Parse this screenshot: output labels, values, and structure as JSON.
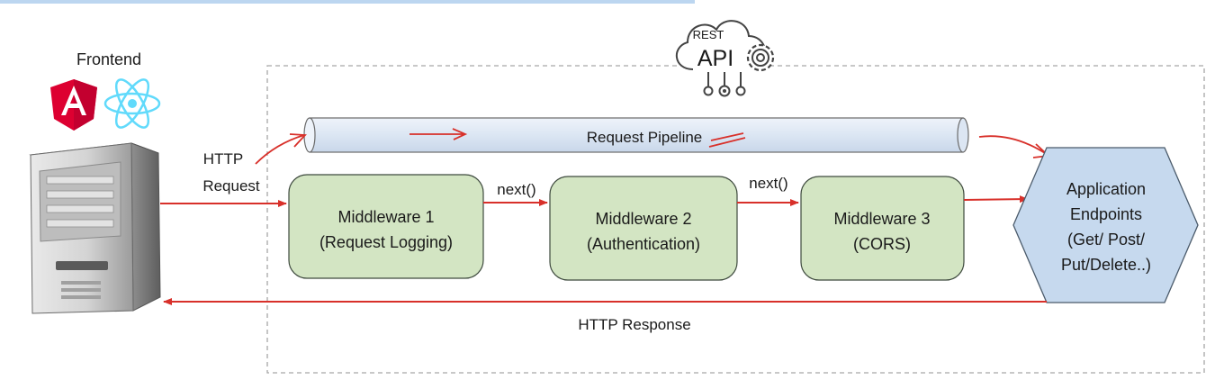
{
  "frontend": {
    "label": "Frontend",
    "icons": [
      "angular-logo",
      "react-logo",
      "server-tower-icon"
    ]
  },
  "api_badge": {
    "top": "REST",
    "main": "API",
    "icon": "cloud-gear-icon"
  },
  "http_request": {
    "line1": "HTTP",
    "line2": "Request"
  },
  "pipeline": {
    "label": "Request Pipeline"
  },
  "middlewares": [
    {
      "line1": "Middleware 1",
      "line2": "(Request Logging)"
    },
    {
      "line1": "Middleware 2",
      "line2": "(Authentication)"
    },
    {
      "line1": "Middleware 3",
      "line2": "(CORS)"
    }
  ],
  "next_labels": [
    "next()",
    "next()"
  ],
  "endpoints": {
    "line1": "Application",
    "line2": "Endpoints",
    "line3": "(Get/ Post/",
    "line4": "Put/Delete..)"
  },
  "http_response": {
    "label": "HTTP Response"
  },
  "colors": {
    "arrow": "#d8302a",
    "middleware_fill": "#d3e5c3",
    "pipeline_fill": "#dce6f3",
    "endpoint_fill": "#c6d9ee",
    "angular_red": "#dd0031",
    "react_blue": "#61dafb",
    "dashed_border": "#a6a6a6",
    "top_strip": "#bcd6f0"
  }
}
